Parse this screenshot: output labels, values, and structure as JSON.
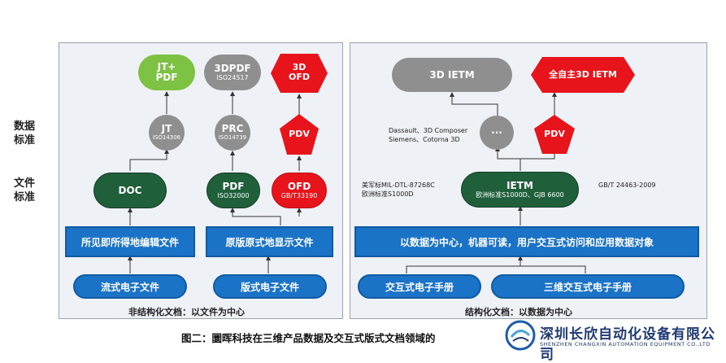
{
  "left_side_labels": {
    "data_std": "数据\n标准",
    "file_std": "文件\n标准"
  },
  "left_panel": {
    "top_nodes": [
      {
        "main": "JT+",
        "main2": "PDF"
      },
      {
        "main": "3DPDF",
        "sub": "ISO24517"
      },
      {
        "main": "3D",
        "main2": "OFD"
      }
    ],
    "mid_nodes": [
      {
        "main": "JT",
        "sub": "ISO14306"
      },
      {
        "main": "PRC",
        "sub": "ISO14739"
      },
      {
        "main": "PDV"
      }
    ],
    "file_nodes": [
      {
        "main": "DOC"
      },
      {
        "main": "PDF",
        "sub": "ISO32000"
      },
      {
        "main": "OFD",
        "sub": "GB/T33190"
      }
    ],
    "bars": [
      "所见即所得地编辑文件",
      "原版原式地显示文件"
    ],
    "pills": [
      "流式电子文件",
      "版式电子文件"
    ],
    "caption": "非结构化文档：以文件为中心"
  },
  "right_panel": {
    "top_nodes": [
      "3D IETM",
      "全自主3D IETM"
    ],
    "mid_nodes": [
      "···",
      "PDV"
    ],
    "note_top": [
      "Dassault、3D Composer",
      "Siemens、Cotorna 3D"
    ],
    "ietm": {
      "main": "IETM",
      "sub": "欧洲标准S1000D、GJB 6600"
    },
    "note_left": [
      "美军标MIL-DTL-87268C",
      "欧洲标准S1000D"
    ],
    "note_right": "GB/T 24463-2009",
    "bar": "以数据为中心，机器可读，用户交互式访问和应用数据对象",
    "pills": [
      "交互式电子手册",
      "三维交互式电子手册"
    ],
    "caption": "结构化文档：以数据为中心"
  },
  "figure_title": "图二：圜晖科技在三维产品数据及交互式版式文档领域的",
  "logo": {
    "cn": "深圳长欣自动化设备有限公司",
    "en": "SHENZHEN CHANGXIN AUTOMATION EQUIPMENT CO.,LTD"
  },
  "colors": {
    "dark_green": "#1f5f3a",
    "light_green": "#7dc242",
    "gray": "#8f8f8f",
    "red": "#e8141b",
    "blue": "#1a73c6"
  }
}
